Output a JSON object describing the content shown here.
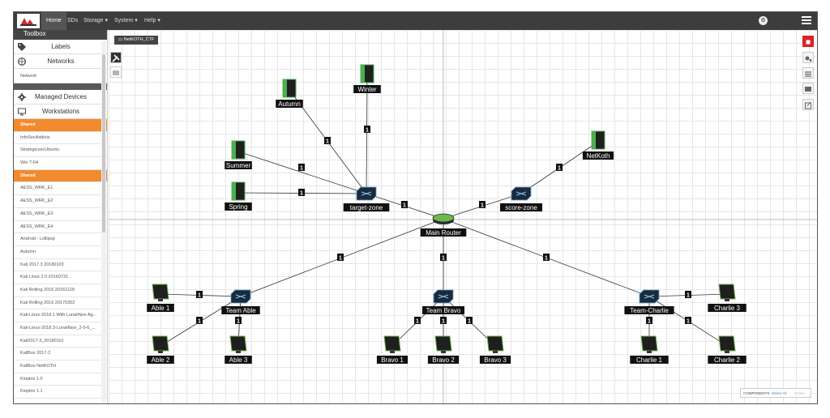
{
  "topbar": {
    "nav": [
      "Home",
      "SDs",
      "Storage ▾",
      "System ▾",
      "Help ▾"
    ],
    "badge": "⚙"
  },
  "sidebar": {
    "toolbox_title": "Toolbox",
    "sections": {
      "labels": "Labels",
      "networks": "Networks",
      "managed": "Managed Devices",
      "workstations": "Workstations"
    },
    "network_item": "Network",
    "items": [
      {
        "label": "Shared",
        "group": true
      },
      {
        "label": "InfoSecAddicts",
        "group": false
      },
      {
        "label": "StrategicsecUbuntu",
        "group": false
      },
      {
        "label": "Win 7-64",
        "group": false
      },
      {
        "label": "Shared",
        "group": true
      },
      {
        "label": "AESS_WRK_E1",
        "group": false
      },
      {
        "label": "AESS_WRK_E2",
        "group": false
      },
      {
        "label": "AESS_WRK_E3",
        "group": false
      },
      {
        "label": "AESS_WRK_E4",
        "group": false
      },
      {
        "label": "Android - Lollipop",
        "group": false
      },
      {
        "label": "Autumn",
        "group": false
      },
      {
        "label": "Kali 2017.3 20180103",
        "group": false
      },
      {
        "label": "Kali Linux 2.0 20160731",
        "group": false
      },
      {
        "label": "Kali Rolling 2016 20161129",
        "group": false
      },
      {
        "label": "Kali Rolling 2016 20170302",
        "group": false
      },
      {
        "label": "Kali-Linux-2018.1 With Lunarflare Ag...",
        "group": false
      },
      {
        "label": "Kali-Linux-2018.3-Lunarflare_2-0-6_...",
        "group": false
      },
      {
        "label": "Kali2017-3_20180110",
        "group": false
      },
      {
        "label": "KaliBox 2017-2",
        "group": false
      },
      {
        "label": "KaliBox NetKOTH",
        "group": false
      },
      {
        "label": "Kioptrix 1.0",
        "group": false
      },
      {
        "label": "Kioptrix 1.1",
        "group": false
      }
    ]
  },
  "canvas": {
    "tab_label": "NetKOTH_CTF",
    "bottom_bar": {
      "components": "COMPONENTS",
      "select_all": "Select All",
      "delete": "Delete"
    },
    "servers": [
      {
        "name": "Winter"
      },
      {
        "name": "Autumn"
      },
      {
        "name": "Summer"
      },
      {
        "name": "Spring"
      },
      {
        "name": "NetKoth"
      }
    ],
    "switches": [
      {
        "name": "target-zone"
      },
      {
        "name": "score-zone"
      },
      {
        "name": "Team Able"
      },
      {
        "name": "Team Bravo"
      },
      {
        "name": "Team-Charlie"
      }
    ],
    "router": {
      "name": "Main Router"
    },
    "workstations": [
      {
        "name": "Able 1"
      },
      {
        "name": "Able 2"
      },
      {
        "name": "Able 3"
      },
      {
        "name": "Bravo 1"
      },
      {
        "name": "Bravo 2"
      },
      {
        "name": "Bravo 3"
      },
      {
        "name": "Charlie 1"
      },
      {
        "name": "Charlie 2"
      },
      {
        "name": "Charlie 3"
      }
    ],
    "link_label": "1"
  },
  "colors": {
    "accent": "#f28a2e",
    "topbar": "#3d3d3d",
    "stop": "#d9232d",
    "server": "#2e7d32"
  }
}
